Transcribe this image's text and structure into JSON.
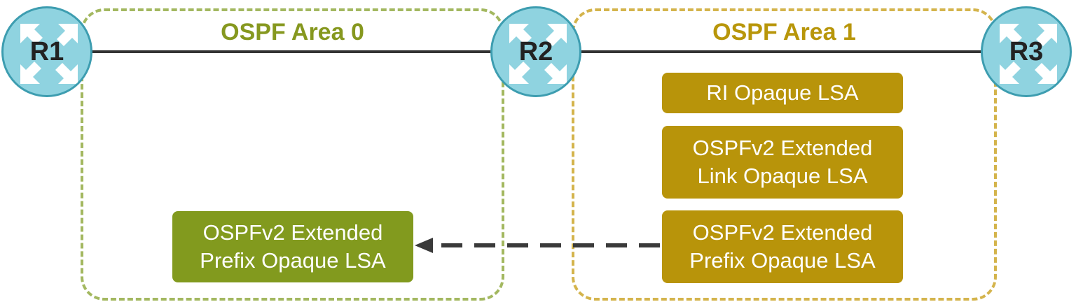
{
  "areas": [
    {
      "title": "OSPF Area 0",
      "color": "#86981f",
      "border_color": "#a3b860"
    },
    {
      "title": "OSPF Area 1",
      "color": "#b8960a",
      "border_color": "#d4b44c"
    }
  ],
  "routers": [
    {
      "label": "R1"
    },
    {
      "label": "R2"
    },
    {
      "label": "R3"
    }
  ],
  "area1_lsas": [
    {
      "lines": [
        "RI Opaque LSA"
      ]
    },
    {
      "lines": [
        "OSPFv2 Extended",
        "Link Opaque LSA"
      ]
    },
    {
      "lines": [
        "OSPFv2 Extended",
        "Prefix Opaque LSA"
      ]
    }
  ],
  "area0_lsas": [
    {
      "lines": [
        "OSPFv2 Extended",
        "Prefix Opaque LSA"
      ]
    }
  ],
  "colors": {
    "router_fill": "#8fd3e0",
    "router_border": "#3d9db0",
    "lsa_gold": "#b8940a",
    "lsa_green": "#829a1e",
    "link": "#333333"
  }
}
